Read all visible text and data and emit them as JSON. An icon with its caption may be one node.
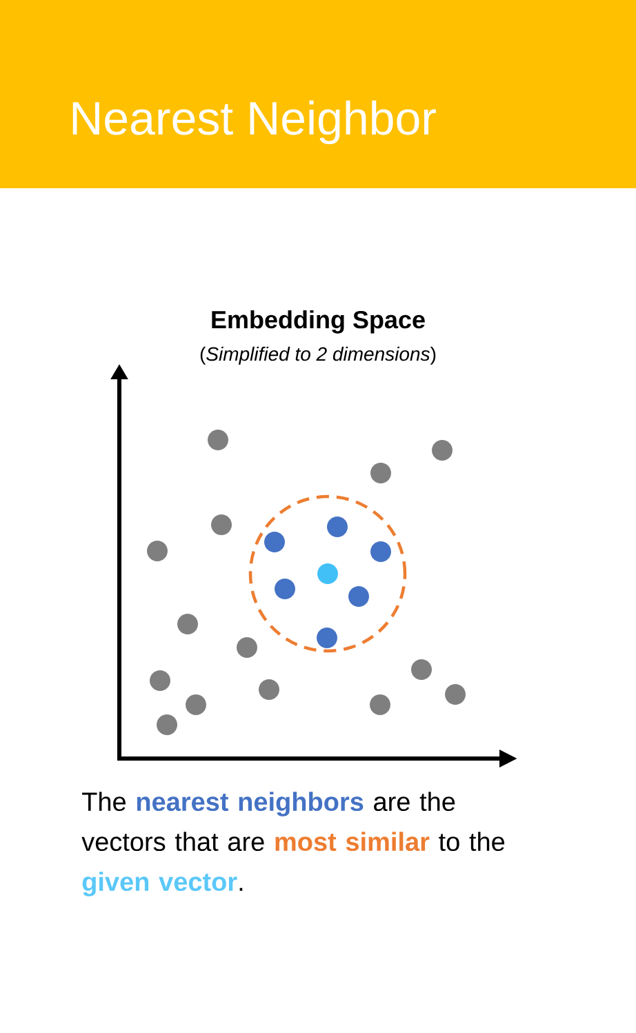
{
  "diagram": {
    "title": "Nearest Neighbor",
    "caption": "The **nearest neighbors** are the vectors that are **most similar** to the **given vector**.",
    "labels": [
      "Embedding Space",
      "(*Simplified to 2 dimensions*)"
    ]
  }
}
